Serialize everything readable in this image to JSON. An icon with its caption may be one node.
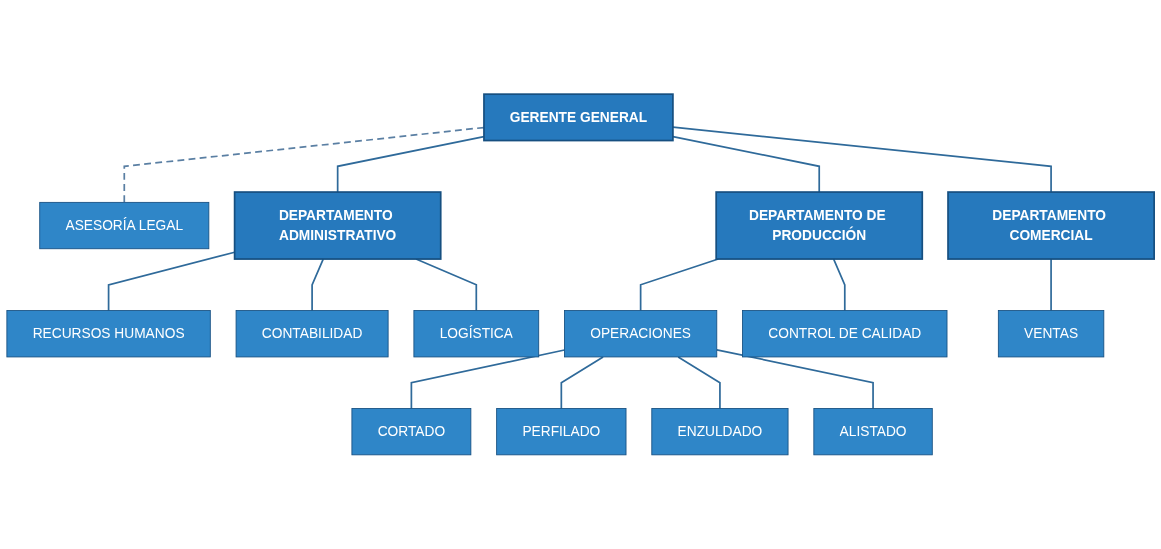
{
  "diagram": {
    "nodes": [
      {
        "text": [
          "GERENTE GENERAL"
        ]
      },
      {
        "text": [
          "ASESORÍA LEGAL"
        ]
      },
      {
        "text": [
          "DEPARTAMENTO ADMINISTRATIVO"
        ]
      },
      {
        "text": [
          "DEPARTAMENTO DE PRODUCCIÓN"
        ]
      },
      {
        "text": [
          "DEPARTAMENTO COMERCIAL"
        ]
      },
      {
        "text": [
          "RECURSOS HUMANOS"
        ]
      },
      {
        "text": [
          "CONTABILIDAD"
        ]
      },
      {
        "text": [
          "LOGÍSTICA"
        ]
      },
      {
        "text": [
          "OPERACIONES"
        ]
      },
      {
        "text": [
          "CONTROL DE CALIDAD"
        ]
      },
      {
        "text": [
          "VENTAS"
        ]
      },
      {
        "text": [
          "CORTADO"
        ]
      },
      {
        "text": [
          "PERFILADO"
        ]
      },
      {
        "text": [
          "ENZULDADO"
        ]
      },
      {
        "text": [
          "ALISTADO"
        ]
      }
    ],
    "edges": [
      {
        "from": 0,
        "to": 1,
        "arrow": "none",
        "style": "dashed"
      },
      {
        "from": 0,
        "to": 2,
        "arrow": "none"
      },
      {
        "from": 0,
        "to": 3,
        "arrow": "none"
      },
      {
        "from": 0,
        "to": 4,
        "arrow": "none"
      },
      {
        "from": 2,
        "to": 5,
        "arrow": "none"
      },
      {
        "from": 2,
        "to": 6,
        "arrow": "none"
      },
      {
        "from": 2,
        "to": 7,
        "arrow": "none"
      },
      {
        "from": 3,
        "to": 8,
        "arrow": "none"
      },
      {
        "from": 3,
        "to": 9,
        "arrow": "none"
      },
      {
        "from": 4,
        "to": 10,
        "arrow": "none"
      },
      {
        "from": 8,
        "to": 11,
        "arrow": "none"
      },
      {
        "from": 8,
        "to": 12,
        "arrow": "none"
      },
      {
        "from": 8,
        "to": 13,
        "arrow": "none"
      },
      {
        "from": 8,
        "to": 14,
        "arrow": "none"
      }
    ]
  }
}
